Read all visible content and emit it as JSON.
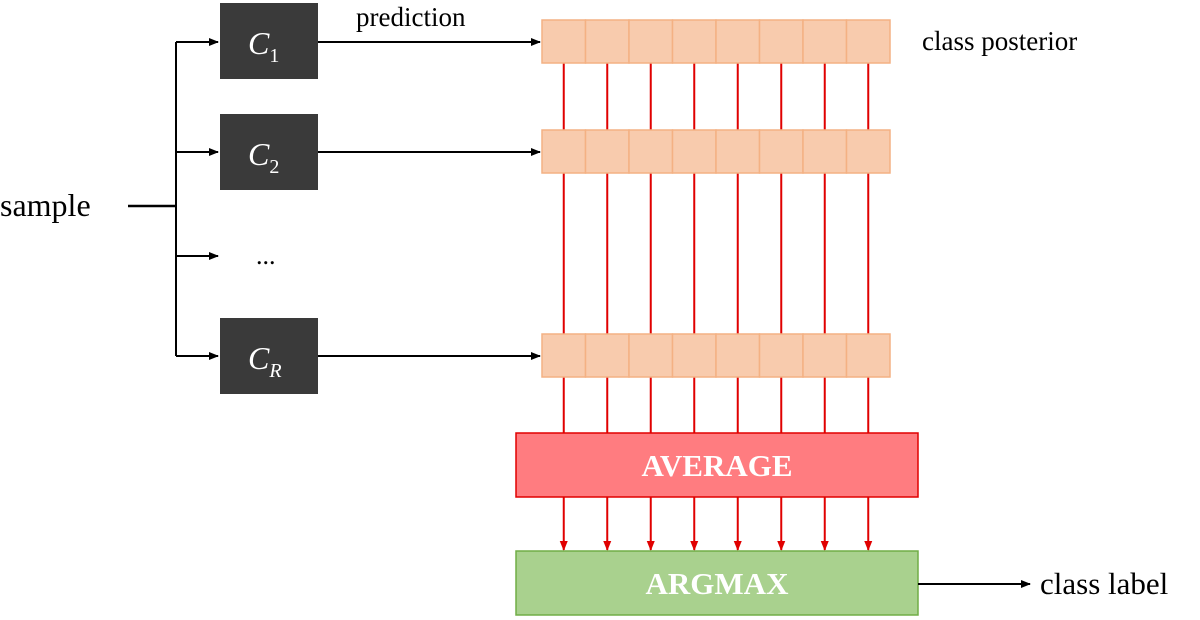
{
  "labels": {
    "sample": "sample",
    "prediction": "prediction",
    "class_posterior": "class posterior",
    "class_label": "class label",
    "ellipsis": "..."
  },
  "classifiers": [
    {
      "letter": "C",
      "subscript": "1"
    },
    {
      "letter": "C",
      "subscript": "2"
    },
    {
      "letter": "C",
      "subscript": "R"
    }
  ],
  "average_label": "AVERAGE",
  "argmax_label": "ARGMAX",
  "posterior_cells": 8,
  "colors": {
    "classifier_box": "#3a3a3a",
    "posterior_cell": "#f8cbad",
    "posterior_border": "#f4b183",
    "red_arrow": "#e00000",
    "average_fill": "#ff7c80",
    "average_border": "#e00000",
    "argmax_fill": "#a9d18e",
    "argmax_border": "#70ad47",
    "black_line": "#000000"
  }
}
